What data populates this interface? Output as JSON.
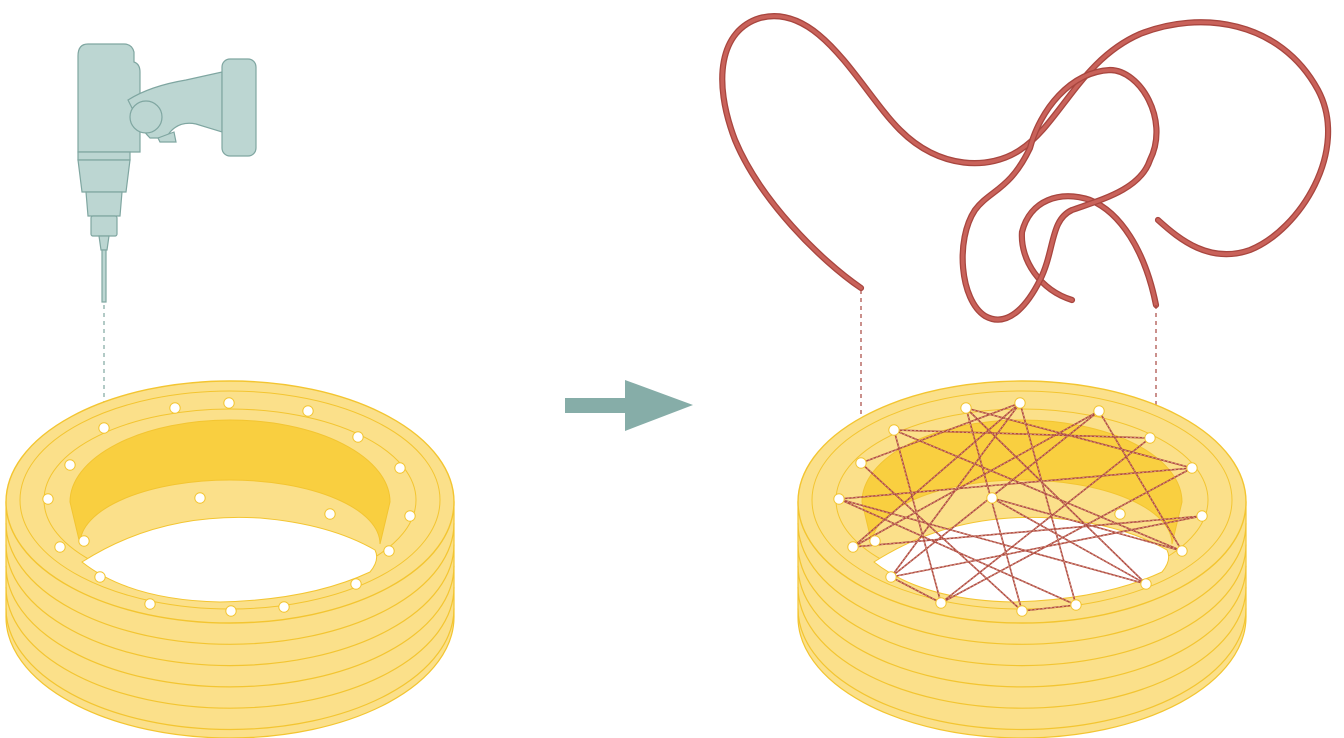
{
  "diagram": {
    "steps": [
      {
        "id": "drill-holes",
        "tool": "drill-icon",
        "object": "tire",
        "hole_count": 18
      },
      {
        "id": "lace-rope",
        "tool": "rope",
        "object": "tire",
        "hole_count": 18
      }
    ],
    "connector": "arrow-right-icon"
  },
  "colors": {
    "tire_fill": "#fbe08a",
    "tire_inner": "#f9cf40",
    "tire_stroke": "#f3c531",
    "drill_fill": "#bcd6d2",
    "drill_stroke": "#7fa6a1",
    "arrow": "#86ada8",
    "rope": "#c9625a",
    "rope_dark": "#a8463f",
    "lace": "#b04a42"
  }
}
